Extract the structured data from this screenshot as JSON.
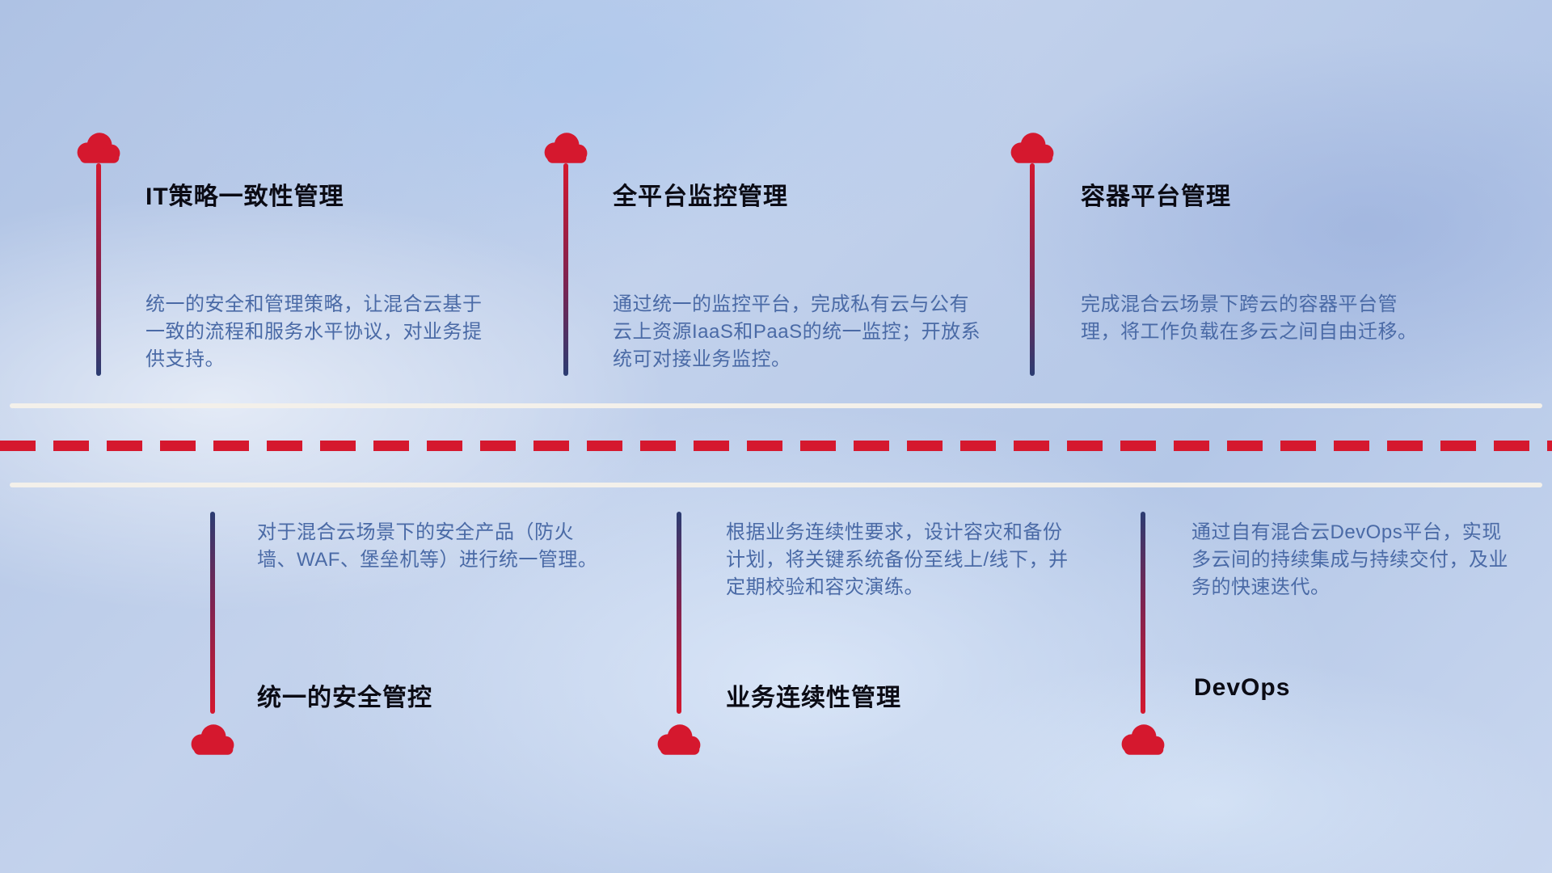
{
  "palette": {
    "cloud_red": "#d5182e",
    "line_navy": "#2b3c72",
    "title_color": "#0b0b14",
    "desc_color": "#4a6aa6",
    "road_white": "#f3f0ea",
    "dash_red": "#d5182e"
  },
  "top_items": [
    {
      "title": "IT策略一致性管理",
      "desc": "统一的安全和管理策略，让混合云基于一致的流程和服务水平协议，对业务提供支持。"
    },
    {
      "title": "全平台监控管理",
      "desc": "通过统一的监控平台，完成私有云与公有云上资源IaaS和PaaS的统一监控；开放系统可对接业务监控。"
    },
    {
      "title": "容器平台管理",
      "desc": "完成混合云场景下跨云的容器平台管理，将工作负载在多云之间自由迁移。"
    }
  ],
  "bottom_items": [
    {
      "title": "统一的安全管控",
      "desc": "对于混合云场景下的安全产品（防火墙、WAF、堡垒机等）进行统一管理。"
    },
    {
      "title": "业务连续性管理",
      "desc": "根据业务连续性要求，设计容灾和备份计划，将关键系统备份至线上/线下，并定期校验和容灾演练。"
    },
    {
      "title": "DevOps",
      "desc": "通过自有混合云DevOps平台，实现多云间的持续集成与持续交付，及业务的快速迭代。"
    }
  ]
}
